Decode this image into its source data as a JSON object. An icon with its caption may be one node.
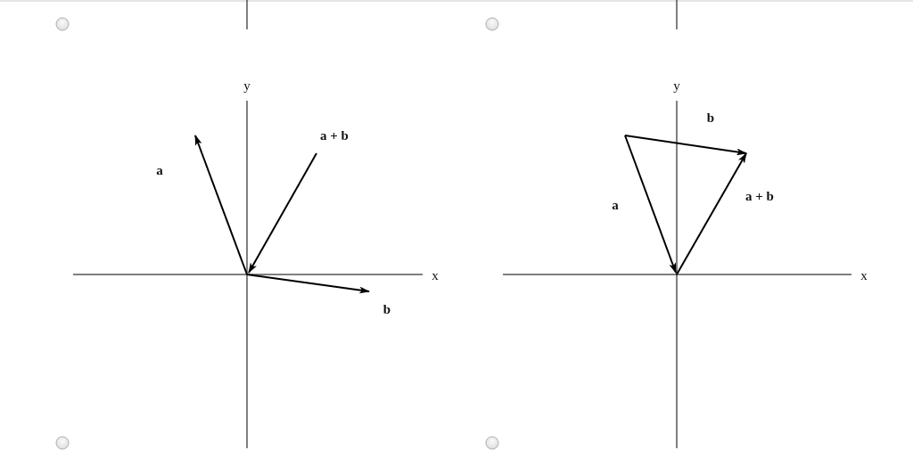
{
  "diagram": {
    "labels": [
      "y",
      "a + b",
      "a",
      "x",
      "b",
      "y",
      "b",
      "a",
      "a + b",
      "x"
    ]
  }
}
